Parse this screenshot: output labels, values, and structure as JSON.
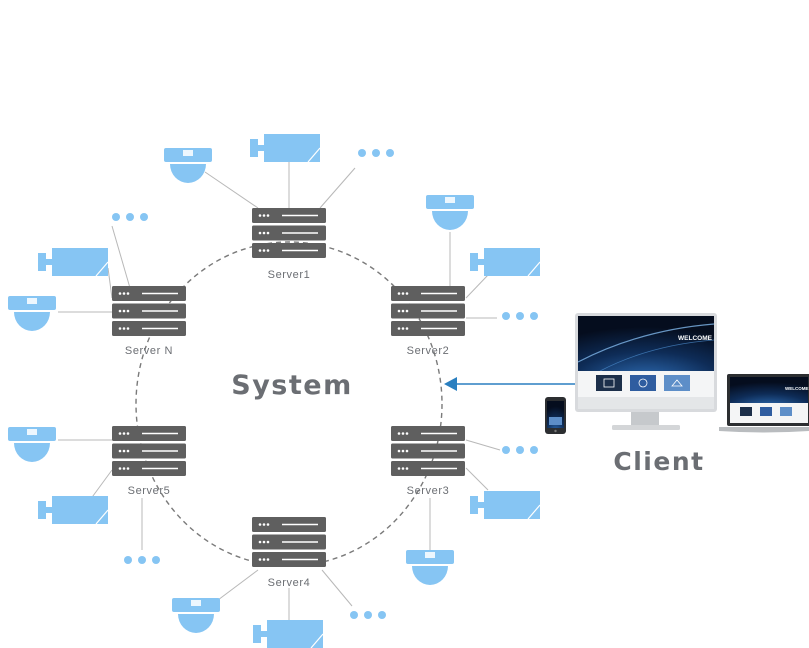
{
  "system_label": "System",
  "client_label": "Client",
  "servers": [
    {
      "id": "server1",
      "label": "Server1"
    },
    {
      "id": "server2",
      "label": "Server2"
    },
    {
      "id": "server3",
      "label": "Server3"
    },
    {
      "id": "server4",
      "label": "Server4"
    },
    {
      "id": "server5",
      "label": "Server5"
    },
    {
      "id": "serverN",
      "label": "Server N"
    }
  ],
  "devices_per_server": [
    "dome-camera",
    "bullet-camera",
    "more-dots"
  ],
  "client_devices": [
    "desktop-monitor",
    "laptop",
    "smartphone"
  ],
  "client_screen": {
    "welcome_text": "WELCOME"
  },
  "colors": {
    "camera_blue": "#86c5f3",
    "server_gray": "#5f5f5f",
    "label_gray": "#6b6e73",
    "arrow_blue": "#2a7fc0"
  }
}
